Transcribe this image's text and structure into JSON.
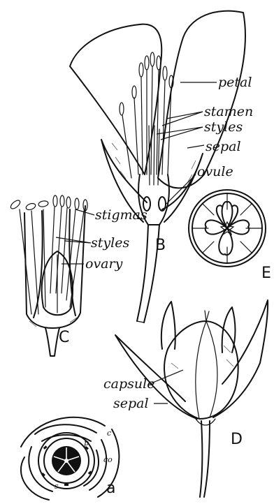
{
  "figures": {
    "B": {
      "letter": "B",
      "labels": {
        "petal": "petal",
        "stamen": "stamen",
        "styles": "styles",
        "sepal": "sepal",
        "ovule": "ovule"
      }
    },
    "C": {
      "letter": "C",
      "labels": {
        "stigmas": "stigmas",
        "styles": "styles",
        "ovary": "ovary"
      }
    },
    "D": {
      "letter": "D",
      "labels": {
        "capsule": "capsule",
        "sepal": "sepal"
      }
    },
    "E": {
      "letter": "E"
    },
    "a": {
      "letter": "a",
      "labels": {
        "p": "p",
        "c": "c",
        "co": "co",
        "s": "s"
      }
    }
  }
}
